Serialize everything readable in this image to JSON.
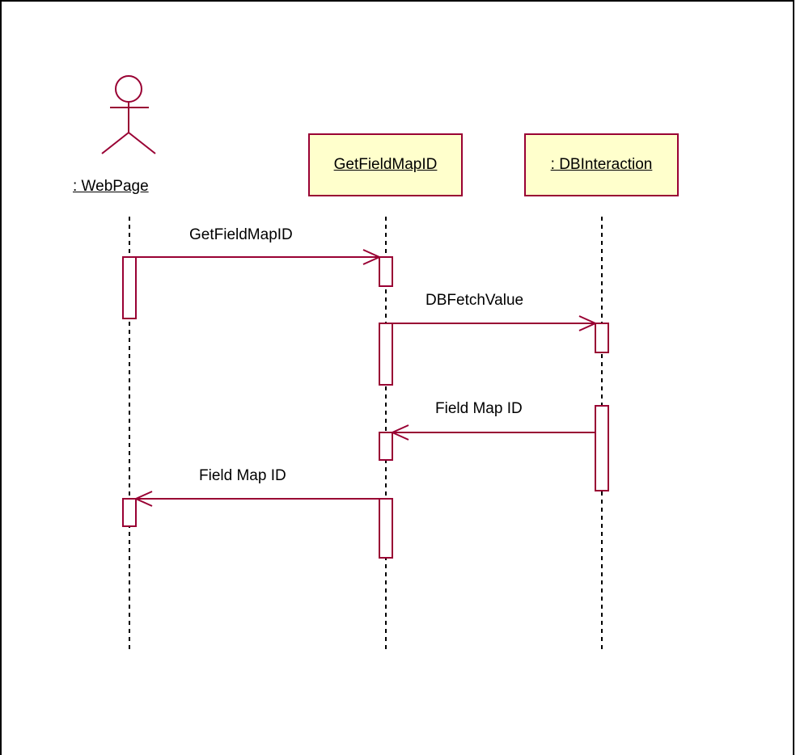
{
  "diagram": {
    "actor": {
      "name": ": WebPage"
    },
    "objects": [
      {
        "name": "GetFieldMapID"
      },
      {
        "name": ": DBInteraction"
      }
    ],
    "messages": [
      {
        "label": "GetFieldMapID",
        "from": ": WebPage",
        "to": "GetFieldMapID",
        "kind": "call"
      },
      {
        "label": "DBFetchValue",
        "from": "GetFieldMapID",
        "to": ": DBInteraction",
        "kind": "call"
      },
      {
        "label": "Field Map ID",
        "from": ": DBInteraction",
        "to": "GetFieldMapID",
        "kind": "return"
      },
      {
        "label": "Field Map ID",
        "from": "GetFieldMapID",
        "to": ": WebPage",
        "kind": "return"
      }
    ],
    "colors": {
      "line": "#990033",
      "object_fill": "#ffffcc",
      "text": "#000000"
    }
  }
}
